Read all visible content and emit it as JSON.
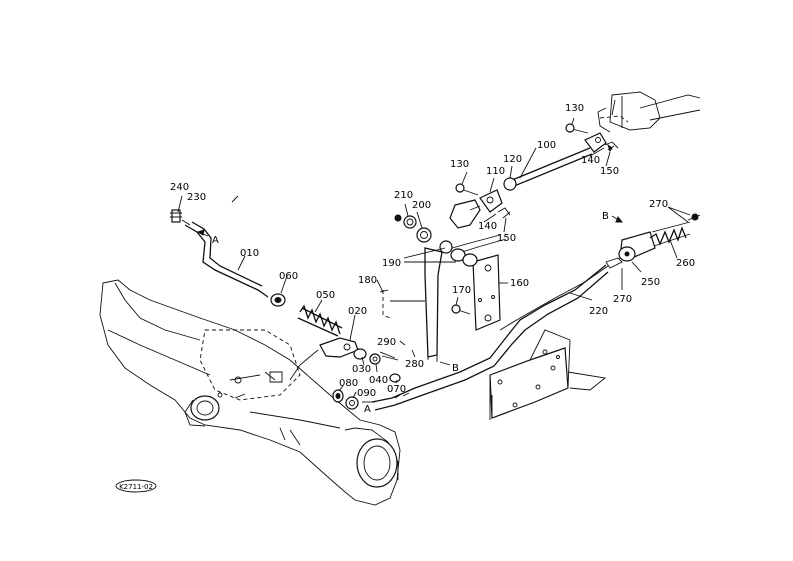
{
  "diagram": {
    "callouts": [
      {
        "id": "010",
        "text": "010"
      },
      {
        "id": "020",
        "text": "020"
      },
      {
        "id": "030",
        "text": "030"
      },
      {
        "id": "040",
        "text": "040"
      },
      {
        "id": "050",
        "text": "050"
      },
      {
        "id": "060",
        "text": "060"
      },
      {
        "id": "070",
        "text": "070"
      },
      {
        "id": "080",
        "text": "080"
      },
      {
        "id": "090",
        "text": "090"
      },
      {
        "id": "100",
        "text": "100"
      },
      {
        "id": "110",
        "text": "110"
      },
      {
        "id": "120",
        "text": "120"
      },
      {
        "id": "130a",
        "text": "130"
      },
      {
        "id": "130b",
        "text": "130"
      },
      {
        "id": "140a",
        "text": "140"
      },
      {
        "id": "140b",
        "text": "140"
      },
      {
        "id": "150a",
        "text": "150"
      },
      {
        "id": "150b",
        "text": "150"
      },
      {
        "id": "160",
        "text": "160"
      },
      {
        "id": "170",
        "text": "170"
      },
      {
        "id": "180",
        "text": "180"
      },
      {
        "id": "190",
        "text": "190"
      },
      {
        "id": "200",
        "text": "200"
      },
      {
        "id": "210",
        "text": "210"
      },
      {
        "id": "220",
        "text": "220"
      },
      {
        "id": "230",
        "text": "230"
      },
      {
        "id": "240",
        "text": "240"
      },
      {
        "id": "250",
        "text": "250"
      },
      {
        "id": "260",
        "text": "260"
      },
      {
        "id": "270a",
        "text": "270"
      },
      {
        "id": "270b",
        "text": "270"
      },
      {
        "id": "280",
        "text": "280"
      },
      {
        "id": "290",
        "text": "290"
      }
    ],
    "refs": [
      {
        "id": "A1",
        "text": "A"
      },
      {
        "id": "A2",
        "text": "A"
      },
      {
        "id": "B1",
        "text": "B"
      },
      {
        "id": "B2",
        "text": "B"
      }
    ],
    "figure_code": "K2711-02"
  }
}
